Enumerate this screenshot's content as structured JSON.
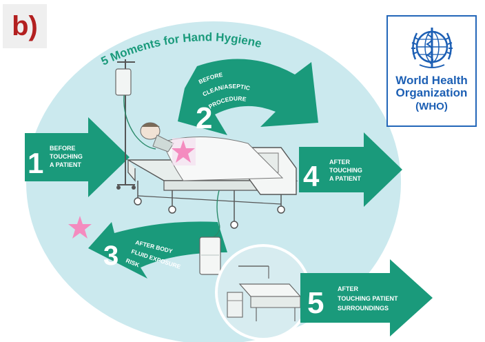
{
  "panel_label": "b)",
  "diagram": {
    "title": "5 Moments for Hand Hygiene",
    "moments": [
      {
        "number": "1",
        "lines": [
          "BEFORE",
          "TOUCHING",
          "A PATIENT"
        ]
      },
      {
        "number": "2",
        "lines": [
          "BEFORE",
          "CLEAN/ASEPTIC",
          "PROCEDURE"
        ]
      },
      {
        "number": "3",
        "lines": [
          "AFTER BODY",
          "FLUID EXPOSURE",
          "RISK"
        ]
      },
      {
        "number": "4",
        "lines": [
          "AFTER",
          "TOUCHING",
          "A PATIENT"
        ]
      },
      {
        "number": "5",
        "lines": [
          "AFTER",
          "TOUCHING PATIENT",
          "SURROUNDINGS"
        ]
      }
    ]
  },
  "who_logo": {
    "line1": "World Health",
    "line2": "Organization",
    "abbr": "(WHO)"
  },
  "colors": {
    "circle": "#cbe9ee",
    "arrow": "#1a9a7b",
    "arrow_dark": "#12805f",
    "star": "#f48bbf",
    "who_blue": "#1c5fb4",
    "label_red": "#b32020"
  }
}
